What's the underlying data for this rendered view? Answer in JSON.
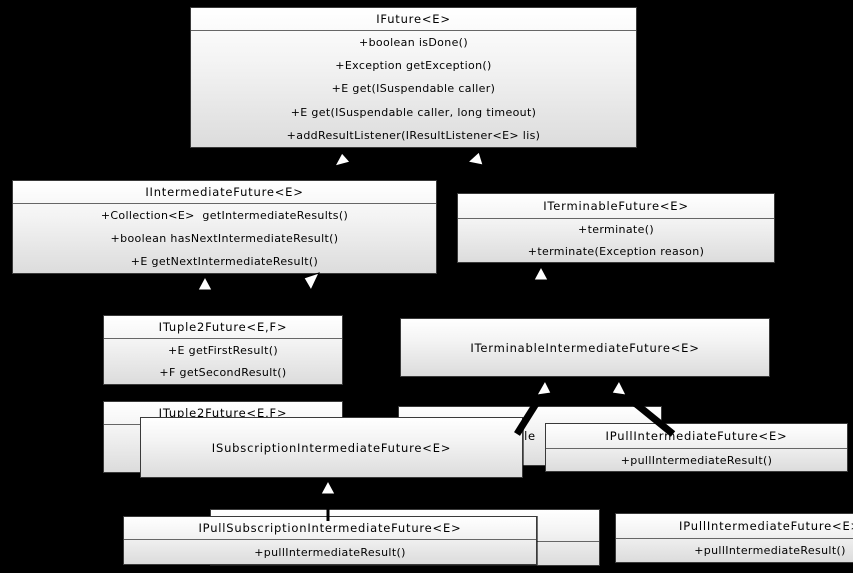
{
  "diagram": {
    "background_color": "#000000",
    "box_fill_top": "#ffffff",
    "box_fill_bottom": "#dcdcdc",
    "box_border_color": "#3a3a3a",
    "arrowhead_fill": "#ffffff",
    "line_color": "#000000"
  },
  "classes": {
    "ifuture": {
      "title": "IFuture<E>",
      "methods": [
        "+boolean isDone()",
        "+Exception getException()",
        "+E get(ISuspendable caller)",
        "+E get(ISuspendable caller, long timeout)",
        "+addResultListener(IResultListener<E> lis)"
      ]
    },
    "iintermediate_future": {
      "title": "IIntermediateFuture<E>",
      "methods": [
        "+Collection<E>  getIntermediateResults()",
        "+boolean hasNextIntermediateResult()",
        "+E getNextIntermediateResult()"
      ]
    },
    "iterminable_future": {
      "title": "ITerminableFuture<E>",
      "methods": [
        "+terminate()",
        "+terminate(Exception reason)"
      ]
    },
    "ituple2_future_front": {
      "title": "ITuple2Future<E,F>",
      "methods": [
        "+E getFirstResult()",
        "+F getSecondResult()"
      ]
    },
    "iterminable_intermediate_future": {
      "title": "ITerminableIntermediateFuture<E>"
    },
    "ituple2_future_back": {
      "title": "ITuple2Future<E,F>"
    },
    "hidden_box_right": {
      "visible_fragment": "le"
    },
    "hidden_box_bottom": {
      "visible_fragment": ""
    },
    "isubscription_intermediate_future": {
      "title": "ISubscriptionIntermediateFuture<E>"
    },
    "ipull_intermediate_future_upper": {
      "title": "IPullIntermediateFuture<E>",
      "methods": [
        "+pullIntermediateResult()"
      ]
    },
    "ipull_subscription_intermediate_future": {
      "title": "IPullSubscriptionIntermediateFuture<E>",
      "methods": [
        "+pullIntermediateResult()"
      ]
    },
    "ipull_intermediate_future_lower": {
      "title": "IPullIntermediateFuture<E>",
      "methods": [
        "+pullIntermediateResult()"
      ]
    }
  }
}
